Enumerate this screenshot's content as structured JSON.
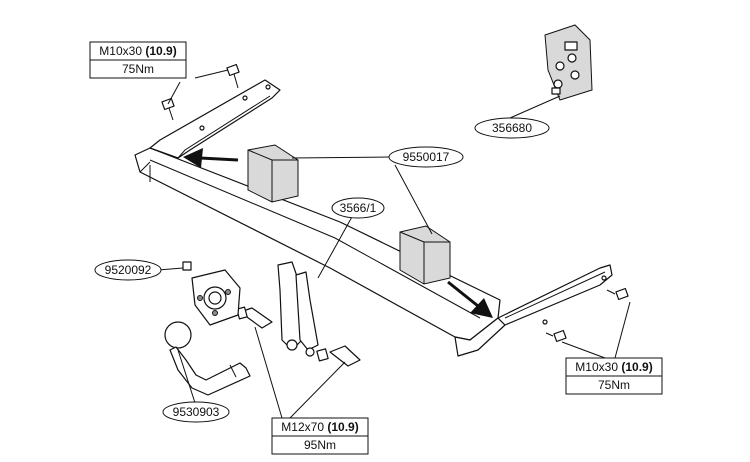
{
  "callouts": {
    "bolt_top_left": {
      "spec": "M10x30",
      "grade": "(10.9)",
      "torque": "75Nm"
    },
    "bolt_right": {
      "spec": "M10x30",
      "grade": "(10.9)",
      "torque": "75Nm"
    },
    "bolt_bottom": {
      "spec": "M12x70",
      "grade": "(10.9)",
      "torque": "95Nm"
    }
  },
  "parts": {
    "bolt_kit": "356680",
    "sticker_pads": "9550017",
    "crossbar": "3566/1",
    "socket_plate": "9520092",
    "tow_ball": "9530903"
  }
}
